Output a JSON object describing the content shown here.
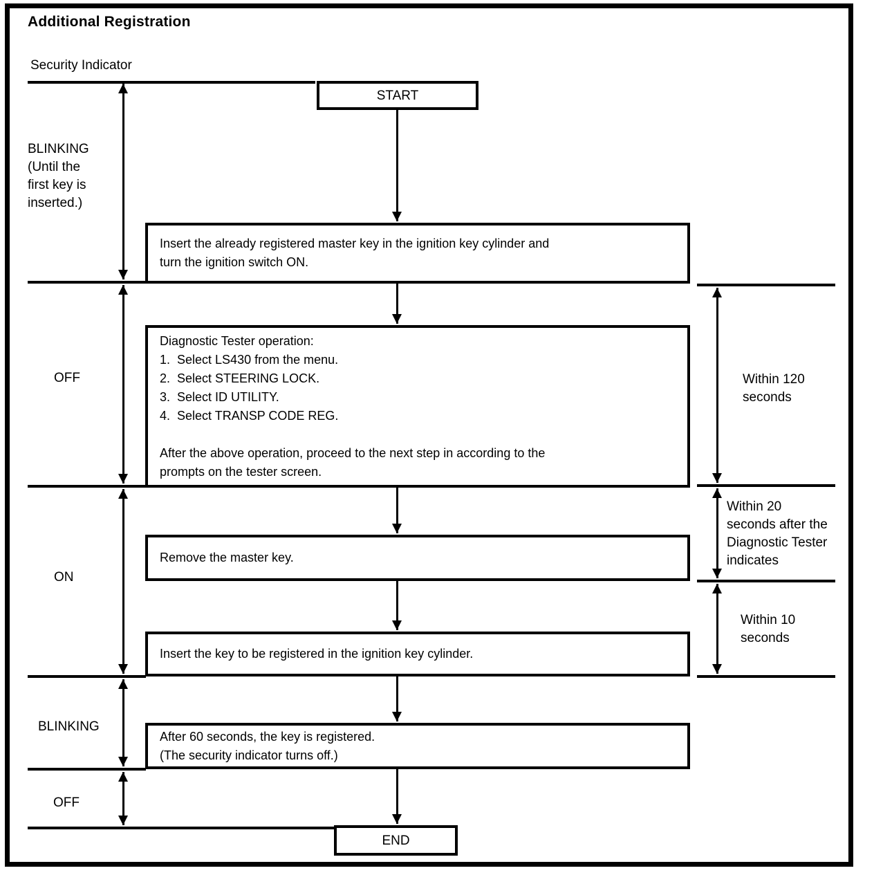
{
  "title": "Additional Registration",
  "timeline": {
    "axis_label": "Security Indicator",
    "left_states": [
      {
        "label": "BLINKING\n(Until the\nfirst key is\ninserted.)"
      },
      {
        "label": "OFF"
      },
      {
        "label": "ON"
      },
      {
        "label": "BLINKING"
      },
      {
        "label": "OFF"
      }
    ],
    "right_constraints": [
      {
        "label": "Within 120\nseconds"
      },
      {
        "label": "Within 20\nseconds after the\nDiagnostic Tester\nindicates"
      },
      {
        "label": "Within 10\nseconds"
      }
    ]
  },
  "flow": {
    "start_label": "START",
    "end_label": "END",
    "steps": [
      {
        "text": "Insert the already registered master key in the ignition key cylinder and\nturn the ignition switch ON."
      },
      {
        "text": "Diagnostic Tester operation:\n1.  Select LS430 from the menu.\n2.  Select STEERING LOCK.\n3.  Select ID UTILITY.\n4.  Select TRANSP CODE REG.\n\nAfter the above operation, proceed to the next step in according to the\nprompts on the tester screen."
      },
      {
        "text": "Remove the master key."
      },
      {
        "text": "Insert the key to be registered in the ignition key cylinder."
      },
      {
        "text": "After 60 seconds, the key is registered.\n(The security indicator turns off.)"
      }
    ]
  },
  "colors": {
    "ink": "#000000",
    "paper": "#ffffff"
  }
}
